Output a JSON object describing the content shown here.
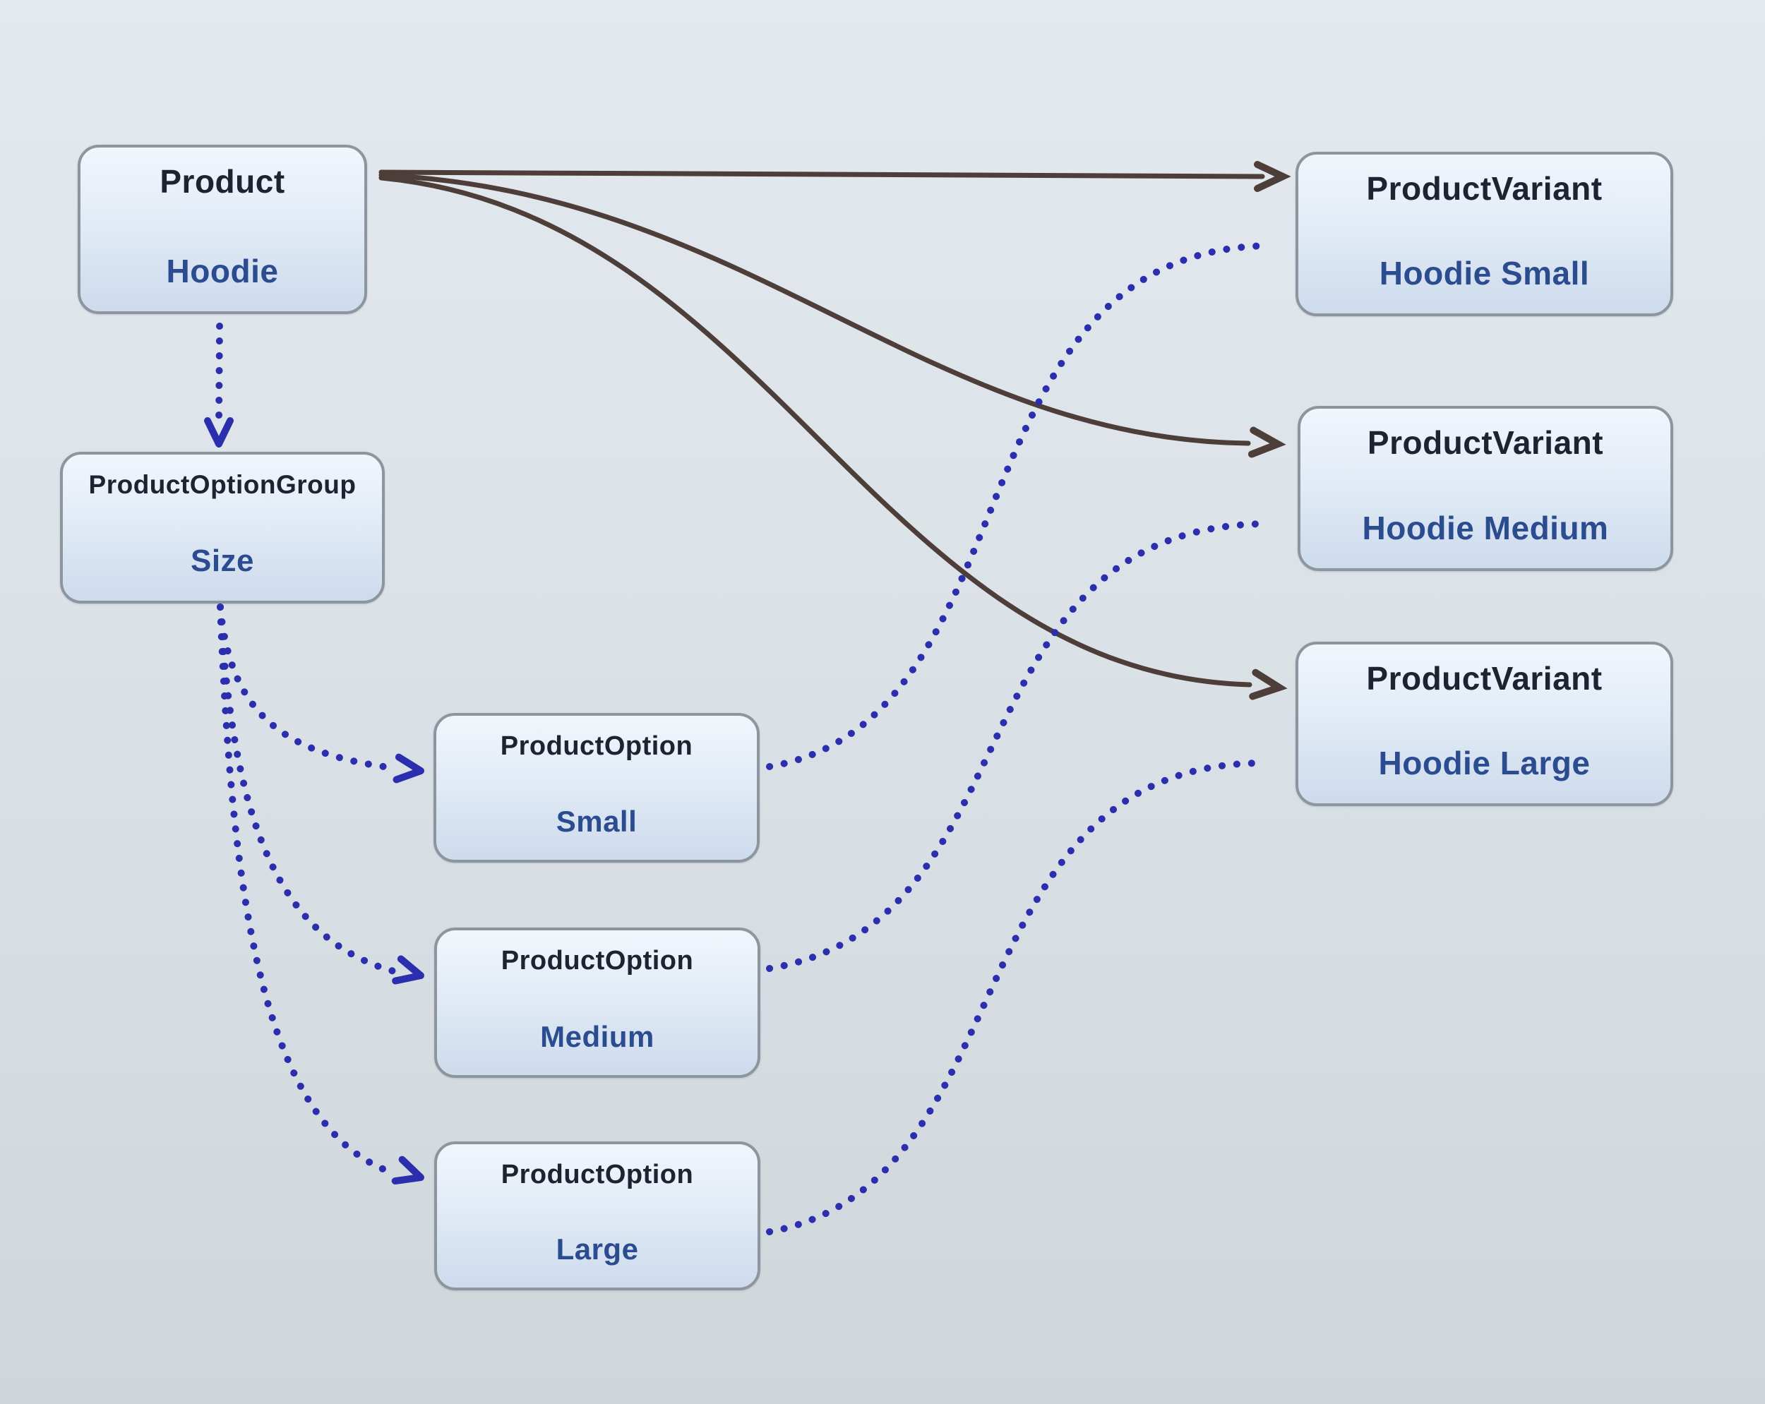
{
  "diagram": {
    "nodes": {
      "product": {
        "title": "Product",
        "subtitle": "Hoodie"
      },
      "option_group": {
        "title": "ProductOptionGroup",
        "subtitle": "Size"
      },
      "option_small": {
        "title": "ProductOption",
        "subtitle": "Small"
      },
      "option_medium": {
        "title": "ProductOption",
        "subtitle": "Medium"
      },
      "option_large": {
        "title": "ProductOption",
        "subtitle": "Large"
      },
      "variant_small": {
        "title": "ProductVariant",
        "subtitle": "Hoodie Small"
      },
      "variant_medium": {
        "title": "ProductVariant",
        "subtitle": "Hoodie Medium"
      },
      "variant_large": {
        "title": "ProductVariant",
        "subtitle": "Hoodie Large"
      }
    },
    "edges": [
      {
        "from": "product",
        "to": "variant_small",
        "style": "solid-arrow"
      },
      {
        "from": "product",
        "to": "variant_medium",
        "style": "solid-arrow"
      },
      {
        "from": "product",
        "to": "variant_large",
        "style": "solid-arrow"
      },
      {
        "from": "product",
        "to": "option_group",
        "style": "dotted-arrow"
      },
      {
        "from": "option_group",
        "to": "option_small",
        "style": "dotted-arrow"
      },
      {
        "from": "option_group",
        "to": "option_medium",
        "style": "dotted-arrow"
      },
      {
        "from": "option_group",
        "to": "option_large",
        "style": "dotted-arrow"
      },
      {
        "from": "option_small",
        "to": "variant_small",
        "style": "dotted"
      },
      {
        "from": "option_medium",
        "to": "variant_medium",
        "style": "dotted"
      },
      {
        "from": "option_large",
        "to": "variant_large",
        "style": "dotted"
      }
    ],
    "colors": {
      "solid_edge": "#4d3e39",
      "dotted_edge": "#2b2fae",
      "title_text": "#1d2330",
      "subtitle_text": "#2b4c8e",
      "node_border": "#8d969e",
      "node_fill_top": "#f1f6fc",
      "node_fill_bottom": "#cddbed",
      "background_top": "#e3e9ee",
      "background_bottom": "#cfd6da"
    }
  }
}
